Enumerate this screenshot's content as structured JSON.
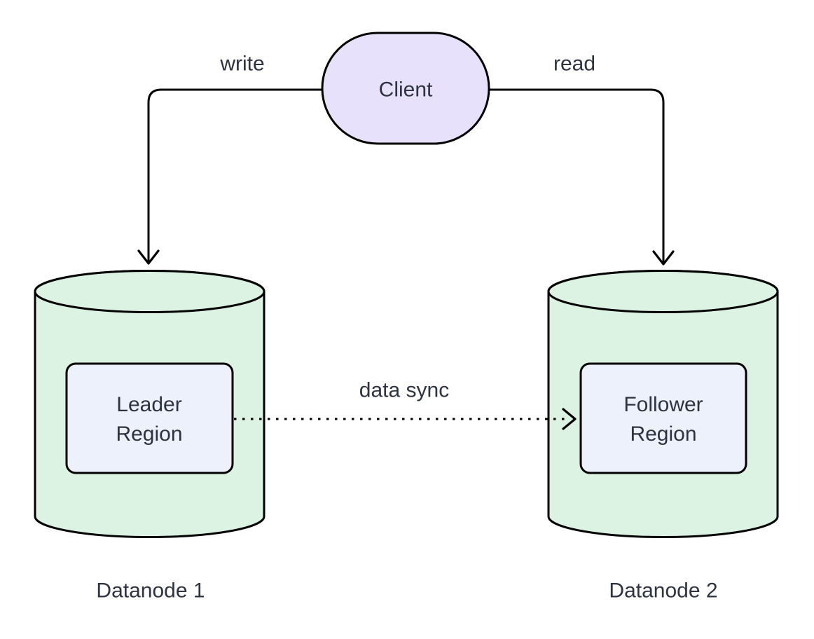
{
  "nodes": {
    "client": {
      "label": "Client"
    },
    "datanode1": {
      "label": "Datanode 1",
      "region_label": "Leader Region"
    },
    "datanode2": {
      "label": "Datanode 2",
      "region_label": "Follower Region"
    }
  },
  "edges": {
    "write": {
      "label": "write",
      "style": "solid-arrow"
    },
    "read": {
      "label": "read",
      "style": "solid-arrow"
    },
    "data_sync": {
      "label": "data sync",
      "style": "dotted-arrow"
    }
  },
  "colors": {
    "background": "#ffffff",
    "stroke": "#000000",
    "text": "#2d3340",
    "client_fill": "#e7e1fb",
    "datanode_fill": "#dcf3e4",
    "region_fill": "#edf1fb"
  }
}
